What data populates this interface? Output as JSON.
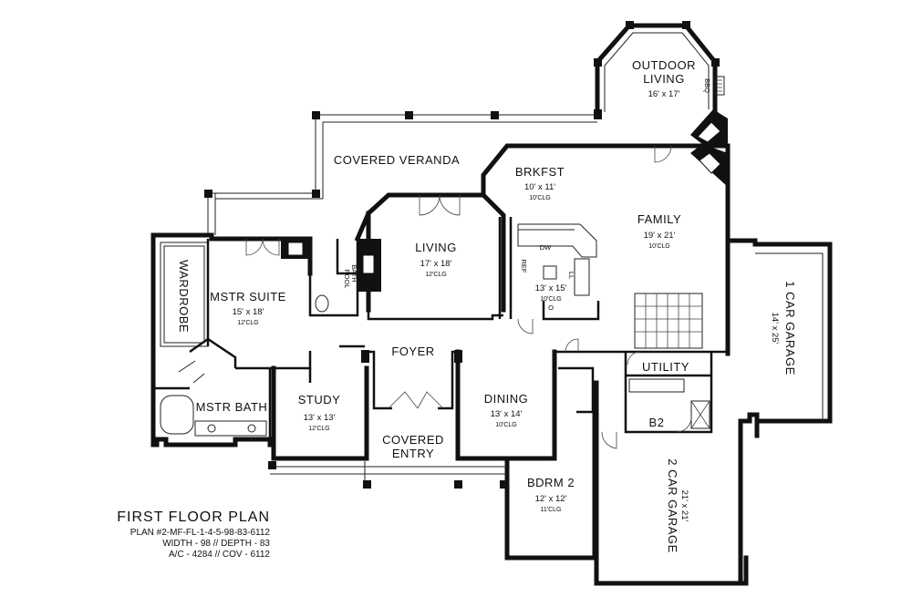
{
  "plan": {
    "title": "FIRST FLOOR PLAN",
    "info": [
      "PLAN #2-MF-FL-1-4-5-98-83-6112",
      "WIDTH - 98 // DEPTH - 83",
      "A/C - 4284 // COV - 6112"
    ]
  },
  "rooms": {
    "outdoor_living": {
      "name": "OUTDOOR",
      "name2": "LIVING",
      "dims": "16' x 17'"
    },
    "covered_veranda": {
      "name": "COVERED VERANDA"
    },
    "brkfst": {
      "name": "BRKFST",
      "dims": "10' x 11'",
      "clg": "10'CLG"
    },
    "family": {
      "name": "FAMILY",
      "dims": "19' x 21'",
      "clg": "10'CLG"
    },
    "living": {
      "name": "LIVING",
      "dims": "17' x 18'",
      "clg": "12'CLG"
    },
    "kitchen": {
      "dims": "13' x 15'",
      "clg": "10'CLG"
    },
    "mstr_suite": {
      "name": "MSTR SUITE",
      "dims": "15' x 18'",
      "clg": "12'CLG"
    },
    "wardrobe": {
      "name": "WARDROBE"
    },
    "pool_bath": {
      "name": "POOL",
      "name2": "BATH"
    },
    "foyer": {
      "name": "FOYER"
    },
    "study": {
      "name": "STUDY",
      "dims": "13' x 13'",
      "clg": "12'CLG"
    },
    "mstr_bath": {
      "name": "MSTR BATH"
    },
    "dining": {
      "name": "DINING",
      "dims": "13' x 14'",
      "clg": "10'CLG"
    },
    "covered_entry": {
      "name": "COVERED",
      "name2": "ENTRY"
    },
    "utility": {
      "name": "UTILITY"
    },
    "b2": {
      "name": "B2"
    },
    "bdrm2": {
      "name": "BDRM 2",
      "dims": "12' x 12'",
      "clg": "11'CLG"
    },
    "garage2": {
      "name": "2 CAR GARAGE",
      "dims": "21' x 21'"
    },
    "garage1": {
      "name": "1 CAR GARAGE",
      "dims": "14' x 25'"
    }
  },
  "labels": {
    "grill": "BBQ",
    "ref": "REF",
    "dw": "DW",
    "ll": "LL",
    "o": "O"
  }
}
